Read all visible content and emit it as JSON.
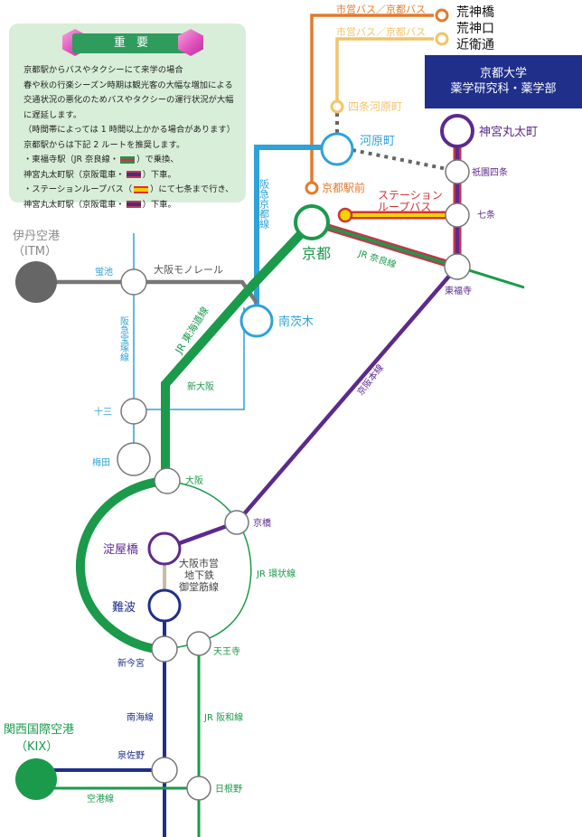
{
  "notice": {
    "title": "重 要",
    "lines": [
      "京都駅からバスやタクシーにて来学の場合",
      "春や秋の行楽シーズン時期は観光客の大幅な増加による",
      "交通状況の悪化のためバスやタクシーの運行状況が大幅",
      "に遅延します。",
      "（時間帯によっては 1 時間以上かかる場合があります）",
      "京都駅からは下記 2 ルートを推奨します。"
    ],
    "route1_a": "・東福寺駅（JR 奈良線・",
    "route1_b": "）で乗換、",
    "route1_c": "神宮丸太町駅（京阪電車・",
    "route1_d": "）下車。",
    "route2_a": "・ステーションループバス（",
    "route2_b": "）にて七条まで行き、",
    "route2_c": "神宮丸太町駅（京阪電車・",
    "route2_d": "）下車。"
  },
  "university": {
    "line1": "京都大学",
    "line2": "薬学研究科・薬学部"
  },
  "bus": {
    "route_orange": "市営バス／京都バス",
    "route_yellow": "市営バス／京都バス",
    "stop_araijinbashi": "荒神橋",
    "stop_araijinguchi": "荒神口",
    "stop_konoe": "近衛通",
    "stop_shijo_kawaramachi": "四条河原町",
    "stop_kyoto_ekimae": "京都駅前",
    "loop_bus_1": "ステーション",
    "loop_bus_2": "ループバス"
  },
  "stations": {
    "jingu_marutamachi": "神宮丸太町",
    "gion_shijo": "祇園四条",
    "shichijo": "七条",
    "tofukuji": "東福寺",
    "kawaramachi": "河原町",
    "kyoto": "京都",
    "minami_ibaraki": "南茨木",
    "hotarugaike": "蛍池",
    "juso": "十三",
    "umeda": "梅田",
    "osaka": "大阪",
    "kyobashi": "京橋",
    "yodoyabashi": "淀屋橋",
    "namba": "難波",
    "shin_imamiya": "新今宮",
    "tennoji": "天王寺",
    "izumisano": "泉佐野",
    "hineno": "日根野",
    "itami_airport_1": "伊丹空港",
    "itami_airport_2": "（ITM）",
    "kix_1": "関西国際空港",
    "kix_2": "（KIX）"
  },
  "lines": {
    "hankyu_kyoto": "阪急京都線",
    "osaka_monorail": "大阪モノレール",
    "hankyu_takarazuka": "阪急宝塚線",
    "jr_tokaido": "JR 東海道線",
    "jr_nara": "JR 奈良線",
    "keihan_main": "京阪本線",
    "shin_osaka": "新大阪",
    "subway_midosuji_1": "大阪市営",
    "subway_midosuji_2": "地下鉄",
    "subway_midosuji_3": "御堂筋線",
    "jr_loop": "JR 環状線",
    "nankai": "南海線",
    "jr_hanwa": "JR 阪和線",
    "airport_line": "空港線"
  },
  "colors": {
    "jr_green": "#1a9a4a",
    "keihan_purple": "#5c2a8c",
    "hankyu_blue": "#2fa2d8",
    "monorail_gray": "#777777",
    "bus_orange": "#e47a2c",
    "bus_yellow": "#f2c46a",
    "subway_navy": "#1f2f8a",
    "university_navy": "#1f2f8a",
    "notice_green": "#d8eed8",
    "loop_bus_yellow": "#f2d400",
    "loop_bus_red": "#d33333"
  }
}
